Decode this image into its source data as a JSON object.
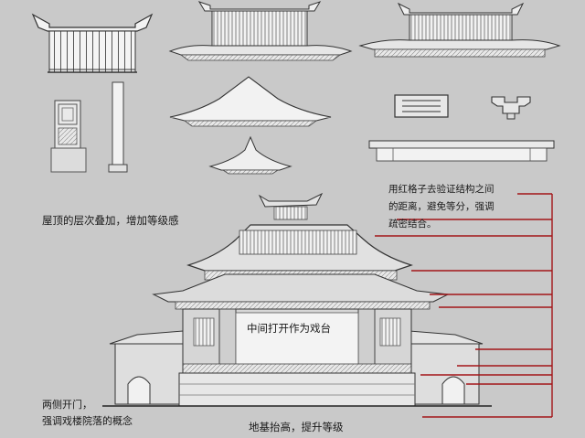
{
  "annotations": {
    "roof_layering": "屋顶的层次叠加，增加等级感",
    "red_grid_lines": [
      "用红格子去验证结构之间",
      "的距离，避免等分，强调",
      "疏密结合。"
    ],
    "center_stage": "中间打开作为戏台",
    "side_gates": [
      "两侧开门，",
      "强调戏楼院落的概念"
    ],
    "raised_base": "地基抬高，提升等级"
  },
  "colors": {
    "background": "#c9c9c9",
    "line": "#3a3a3a",
    "guide_red": "#a31518",
    "panel": "#efefef"
  },
  "components": [
    "wall-gate-elevation",
    "roof-wide-elevation",
    "roof-ridge-elevation",
    "door-panel-elevation",
    "column-elevation",
    "gable-roof-elevation",
    "roof-corner-fragment",
    "lattice-window-icon",
    "bracket-icon",
    "railing-base-elevation",
    "main-stage-facade"
  ]
}
